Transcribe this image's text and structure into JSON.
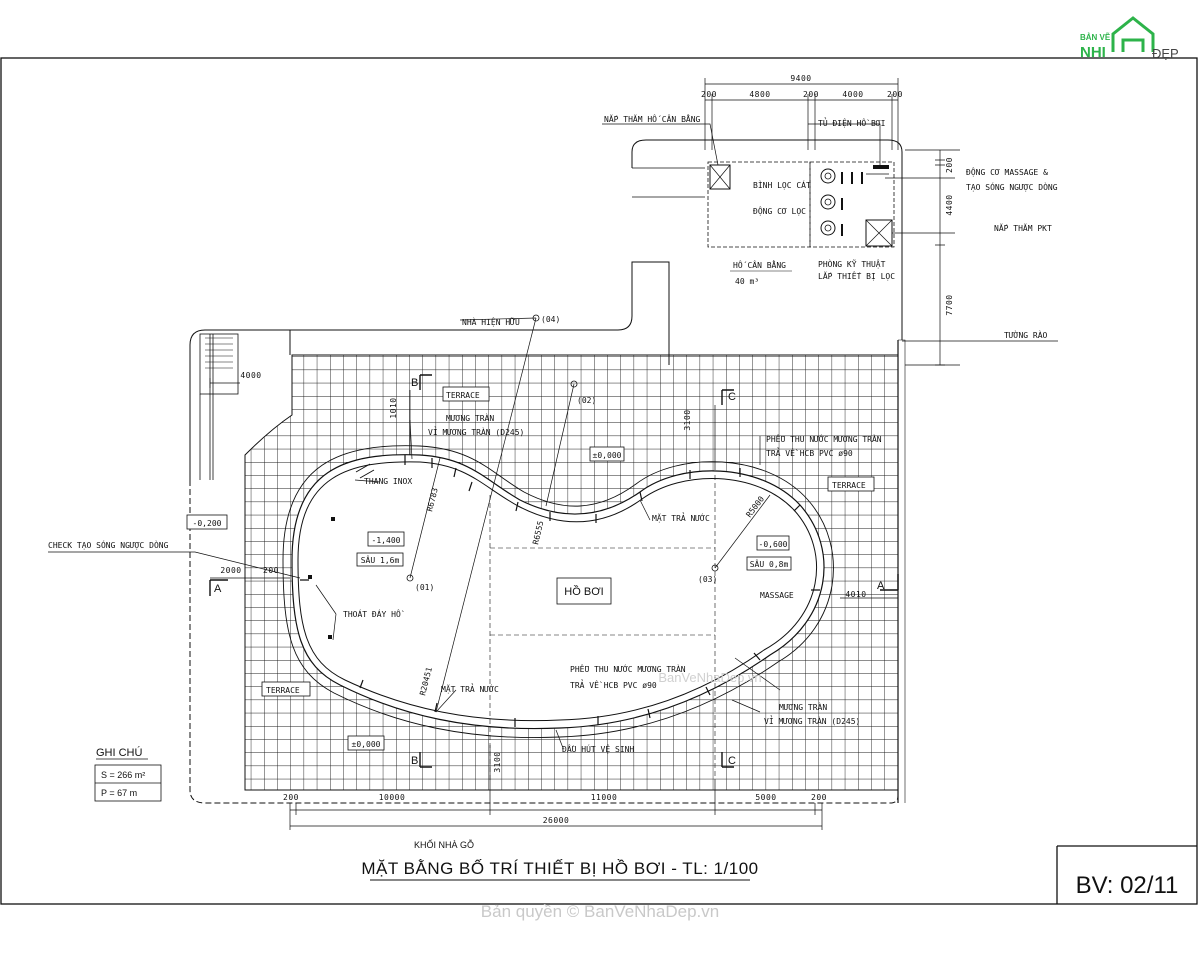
{
  "logo": {
    "line1": "BẢN VẼ",
    "nhi": "NHI",
    "dep": "ĐẸP",
    "brand_color": "#2db34a"
  },
  "title": "MẶT BẰNG BỐ TRÍ THIẾT BỊ HỒ BƠI - TL: 1/100",
  "sheet": "BV: 02/11",
  "watermark": "Bản quyền © BanVeNhaDep.vn",
  "watermark_center": "BanVeNhaDep.vn",
  "notes": {
    "heading": "GHI CHÚ",
    "area": "S = 266 m²",
    "perimeter": "P = 67 m"
  },
  "equipment": {
    "balance_hatch": "NẮP THĂM HỐ CÂN BẰNG",
    "control_cabinet": "TỦ ĐIỆN HỒ BƠI",
    "massage_motor_1": "ĐỘNG CƠ MASSAGE &",
    "massage_motor_2": "TẠO SÓNG NGƯỢC DÒNG",
    "sand_filter": "BÌNH LỌC CÁT",
    "filter_motor": "ĐỘNG CƠ LỌC",
    "tech_hatch": "NẮP THĂM PKT",
    "balance_tank": "HỐ CÂN BẰNG",
    "balance_volume": "40 m³",
    "tech_room_1": "PHÒNG KỸ THUẬT",
    "tech_room_2": "LẮP THIẾT BỊ LỌC"
  },
  "site": {
    "existing_house": "NHÀ HIỆN HỮU",
    "fence": "TƯỜNG RÀO",
    "wood_block": "KHỐI NHÀ GỖ"
  },
  "labels": {
    "terrace": "TERRACE",
    "overflow": "MƯƠNG TRÀN",
    "overflow_grate": "VỈ MƯƠNG TRÀN (D245)",
    "inox_ladder": "THANG INOX",
    "return_inlet": "MẶT TRẢ NƯỚC",
    "funnel_top_1": "PHỄU THU NƯỚC MƯƠNG TRÀN",
    "funnel_top_2": "TRẢ VỀ HCB PVC ø90",
    "funnel_bot_1": "PHỄU THU NƯỚC MƯƠNG TRÀN",
    "funnel_bot_2": "TRẢ VỀ HCB PVC ø90",
    "check_wave": "CHECK TẠO SÓNG NGƯỢC DÒNG",
    "main_drain": "THOÁT ĐÁY HỒ",
    "pool": "HỒ BƠI",
    "massage": "MASSAGE",
    "vacuum": "ĐẦU HÚT VỆ SINH"
  },
  "levels": {
    "zero_top": "±0,000",
    "zero_bot": "±0,000",
    "outer": "-0,200",
    "deep": "-1,400",
    "deep_depth": "SÂU 1,6m",
    "shallow": "-0,600",
    "shallow_depth": "SÂU 0,8m"
  },
  "radii": {
    "r1": "R6783",
    "r2": "R6555",
    "r3": "R5000",
    "r4": "R20451"
  },
  "centers": {
    "c1": "(01)",
    "c2": "(02)",
    "c3": "(03)",
    "c4": "(04)"
  },
  "sections": {
    "a": "A",
    "b": "B",
    "c": "C"
  },
  "dims": {
    "top_total": "9400",
    "top_a": "200",
    "top_b": "4800",
    "top_c": "200",
    "top_d": "4000",
    "top_e": "200",
    "right_a": "200",
    "right_b": "4400",
    "right_c": "7700",
    "bot_a": "200",
    "bot_b": "10000",
    "bot_c": "11000",
    "bot_d": "5000",
    "bot_e": "200",
    "bot_total": "26000",
    "left_4000": "4000",
    "left_2000": "2000",
    "left_200": "200",
    "right_4010": "4010",
    "v_b": "1010",
    "v_c": "3100",
    "v_d": "3100"
  }
}
